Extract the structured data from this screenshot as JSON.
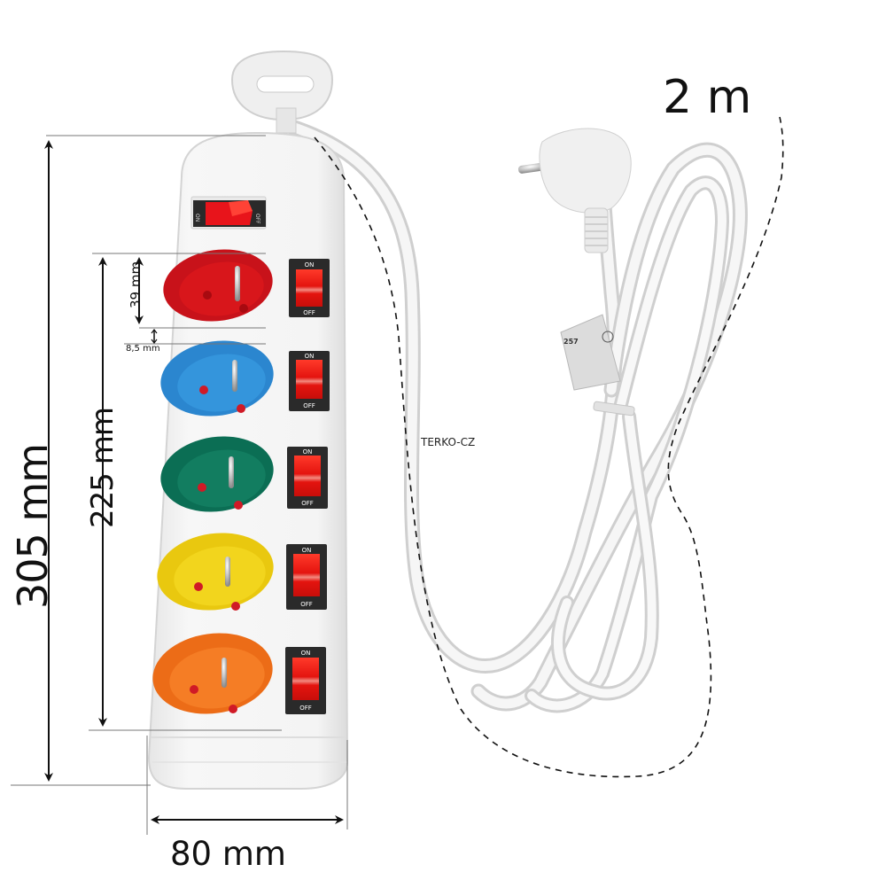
{
  "image": {
    "subject": "5-outlet power strip with individual switches and 2 m cord",
    "background": "#ffffff"
  },
  "dimensions": {
    "total_length": "305 mm",
    "outlet_span": "225 mm",
    "outlet_height": "39 mm",
    "outlet_gap": "8,5 mm",
    "width": "80 mm",
    "cord_length": "2 m"
  },
  "watermark": "TERKO-CZ",
  "main_switch": {
    "on_label": "ON",
    "off_label": "OFF",
    "color": "#e8141b"
  },
  "outlets": [
    {
      "color": "#d8161b",
      "name": "red",
      "switch_on": "ON",
      "switch_off": "OFF"
    },
    {
      "color": "#2f8fd8",
      "name": "blue",
      "switch_on": "ON",
      "switch_off": "OFF"
    },
    {
      "color": "#0f7a5e",
      "name": "green",
      "switch_on": "ON",
      "switch_off": "OFF"
    },
    {
      "color": "#f2d21a",
      "name": "yellow",
      "switch_on": "ON",
      "switch_off": "OFF"
    },
    {
      "color": "#f47a22",
      "name": "orange",
      "switch_on": "ON",
      "switch_off": "OFF"
    }
  ],
  "colors": {
    "body": "#f2f2f2",
    "switch_frame": "#2a2a2a",
    "switch_rocker": "#f0201a",
    "cord": "#eeeeee",
    "dimension_line": "#111111"
  }
}
